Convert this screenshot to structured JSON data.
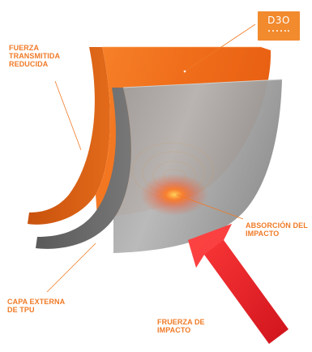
{
  "logo": {
    "text": "D3O",
    "icon": "d3o-logo"
  },
  "labels": {
    "fuerza_transmitida": [
      "FUERZA",
      "TRANSMITIDA",
      "REDUCIDA"
    ],
    "absorcion": [
      "ABSORCIÓN DEL",
      "IMPACTO"
    ],
    "capa_externa": [
      "CAPA EXTERNA",
      "DE TPU"
    ],
    "fuerza_impacto": [
      "FRUERZA DE",
      "IMPACTO"
    ]
  },
  "colors": {
    "label_orange": "#f07a26",
    "orange_layer": "#f06f1c",
    "grey_layer": "#8a8a8a",
    "impact_arrow": "#e8242a",
    "impact_glow": "#ff5a1a",
    "logo_bg": "#f28a2e"
  }
}
